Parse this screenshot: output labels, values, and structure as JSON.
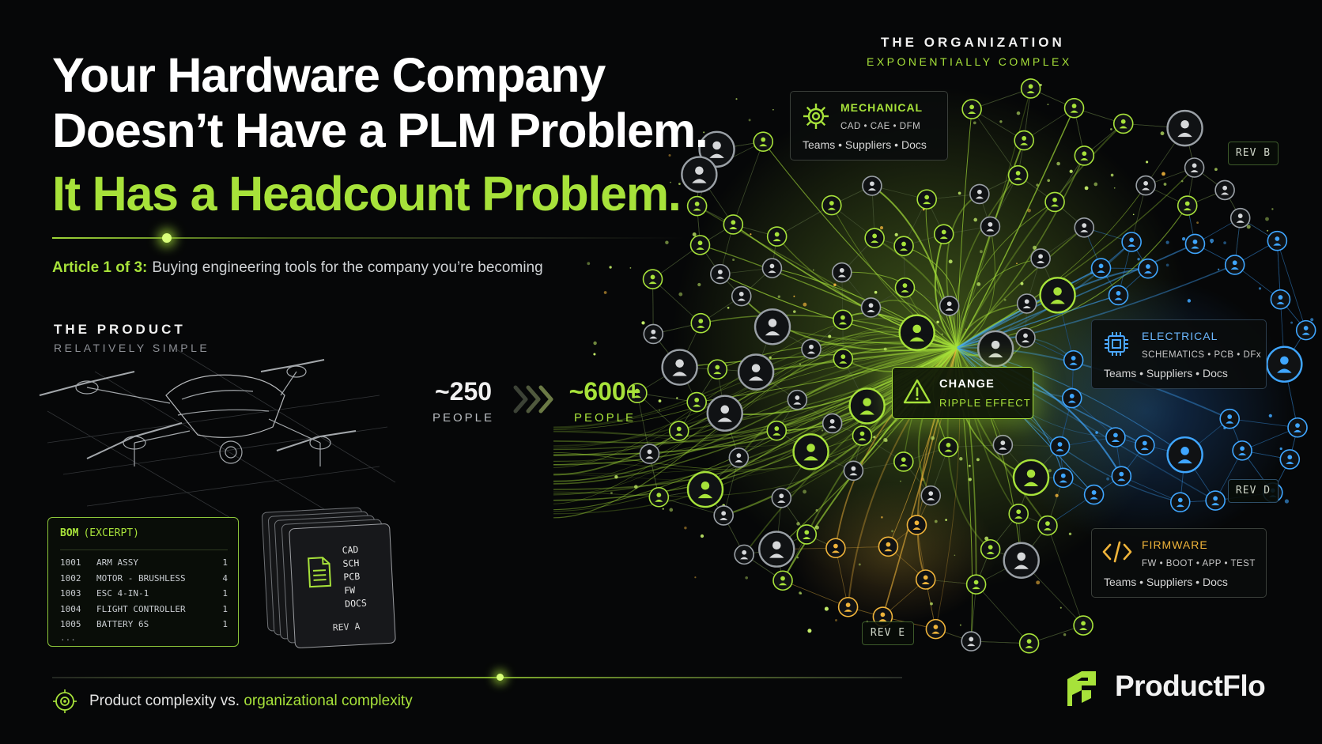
{
  "headline": {
    "line1": "Your Hardware Company",
    "line2": "Doesn’t Have a PLM Problem.",
    "line3": "It Has a Headcount Problem."
  },
  "subtitle": {
    "tag": "Article 1 of 3:",
    "text": "Buying engineering tools for the company you’re becoming"
  },
  "product": {
    "title": "THE PRODUCT",
    "subtitle": "RELATIVELY SIMPLE"
  },
  "organization": {
    "title": "THE ORGANIZATION",
    "subtitle": "EXPONENTIALLY COMPLEX"
  },
  "headcount": {
    "from_value": "~250",
    "from_label": "PEOPLE",
    "to_value": "~600+",
    "to_label": "PEOPLE"
  },
  "bom": {
    "title": "BOM",
    "excerpt": "(EXCERPT)",
    "rows": [
      {
        "num": "1001",
        "desc": "ARM ASSY",
        "qty": "1"
      },
      {
        "num": "1002",
        "desc": "MOTOR - BRUSHLESS",
        "qty": "4"
      },
      {
        "num": "1003",
        "desc": "ESC 4-IN-1",
        "qty": "1"
      },
      {
        "num": "1004",
        "desc": "FLIGHT CONTROLLER",
        "qty": "1"
      },
      {
        "num": "1005",
        "desc": "BATTERY 6S",
        "qty": "1"
      }
    ],
    "more": "..."
  },
  "docs": {
    "items": [
      "CAD",
      "SCH",
      "PCB",
      "FW",
      "DOCS"
    ],
    "rev": "REV A"
  },
  "cards": {
    "mechanical": {
      "title": "MECHANICAL",
      "sub": "CAD • CAE • DFM",
      "foot": "Teams • Suppliers • Docs",
      "icon": "gear-icon"
    },
    "electrical": {
      "title": "ELECTRICAL",
      "sub": "SCHEMATICS • PCB • DFx",
      "foot": "Teams • Suppliers • Docs",
      "icon": "chip-icon"
    },
    "firmware": {
      "title": "FIRMWARE",
      "sub": "FW • BOOT • APP • TEST",
      "foot": "Teams • Suppliers • Docs",
      "icon": "code-icon"
    }
  },
  "change": {
    "line1": "CHANGE",
    "line2": "RIPPLE EFFECT",
    "icon": "warning-icon"
  },
  "revs": {
    "b": "REV B",
    "d": "REV D",
    "e": "REV E"
  },
  "caption": {
    "prefix": "Product complexity vs.",
    "highlight": "organizational complexity"
  },
  "brand": {
    "name": "ProductFlo"
  },
  "colors": {
    "accent": "#a7e23a",
    "blue": "#3fa6ff",
    "amber": "#f0b43a",
    "background": "#060708"
  }
}
